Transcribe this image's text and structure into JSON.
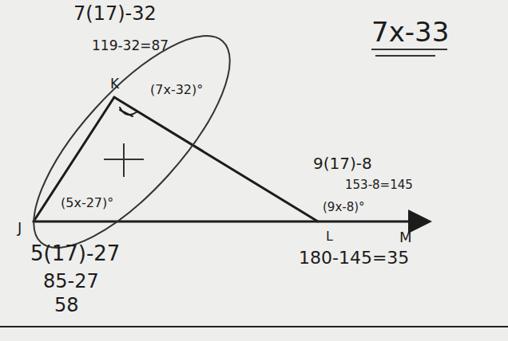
{
  "diagram": {
    "labels": [
      "7(17)-32",
      "119-32=87",
      "7x-33",
      "K",
      "(7x-32)°",
      "(5x-27)°",
      "J",
      "9(17)-8",
      "153-8=145",
      "(9x-8)°",
      "L",
      "M",
      "5(17)-27",
      "85-27",
      "58",
      "180-145=35"
    ]
  }
}
